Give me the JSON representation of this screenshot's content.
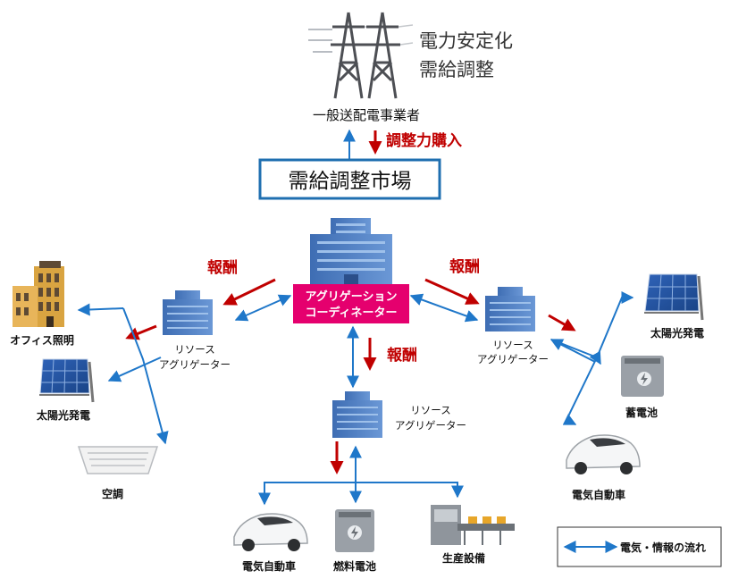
{
  "colors": {
    "flow_blue": "#1f77c9",
    "reward_red": "#c00000",
    "coordinator_pink": "#e5006e",
    "market_border": "#1f6fb0",
    "building_blue": "#4d7cc1"
  },
  "tso": {
    "icon": "transmission-tower-icon",
    "purpose_line1": "電力安定化",
    "purpose_line2": "需給調整",
    "label": "一般送配電事業者"
  },
  "purchase_label": "調整力購入",
  "market": {
    "label": "需給調整市場"
  },
  "coordinator": {
    "icon": "office-building-icon",
    "label_line1": "アグリゲーション",
    "label_line2": "コーディネーター"
  },
  "rewards": {
    "left": "報酬",
    "right": "報酬",
    "center": "報酬"
  },
  "aggregators": {
    "left": {
      "line1": "リソース",
      "line2": "アグリゲーター"
    },
    "right": {
      "line1": "リソース",
      "line2": "アグリゲーター"
    },
    "center": {
      "line1": "リソース",
      "line2": "アグリゲーター"
    }
  },
  "resources_left": [
    {
      "icon": "office-building-icon",
      "label": "オフィス照明"
    },
    {
      "icon": "solar-panel-icon",
      "label": "太陽光発電"
    },
    {
      "icon": "air-conditioner-icon",
      "label": "空調"
    }
  ],
  "resources_right": [
    {
      "icon": "solar-panel-icon",
      "label": "太陽光発電"
    },
    {
      "icon": "storage-battery-icon",
      "label": "蓄電池"
    },
    {
      "icon": "electric-car-icon",
      "label": "電気自動車"
    }
  ],
  "resources_bottom": [
    {
      "icon": "electric-car-icon",
      "label": "電気自動車"
    },
    {
      "icon": "fuel-cell-icon",
      "label": "燃料電池"
    },
    {
      "icon": "production-equipment-icon",
      "label": "生産設備"
    }
  ],
  "legend": {
    "label": "電気・情報の流れ"
  }
}
